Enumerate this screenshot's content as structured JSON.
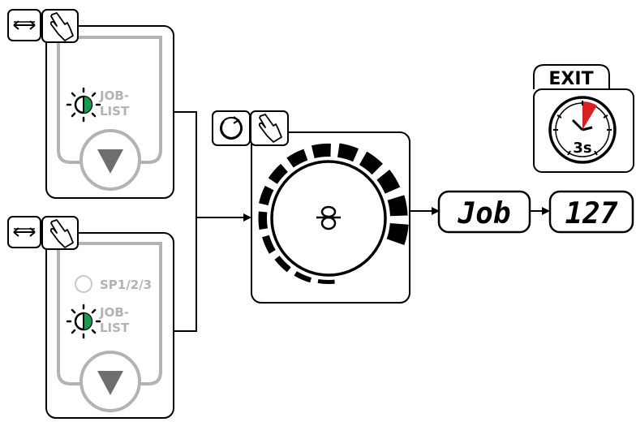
{
  "top_panel": {
    "job_list_label": [
      "JOB-",
      "LIST"
    ],
    "button": "down-arrow-button",
    "icons": [
      "left-right-arrow-icon",
      "hand-press-icon"
    ]
  },
  "bottom_panel": {
    "sp_label": "SP1/2/3",
    "job_list_label": [
      "JOB-",
      "LIST"
    ],
    "button": "down-arrow-button",
    "icons": [
      "left-right-arrow-icon",
      "hand-press-icon"
    ]
  },
  "knob": {
    "icons": [
      "rotate-icon",
      "hand-turn-icon"
    ],
    "center_symbol": "8"
  },
  "displays": {
    "first": "Job",
    "second": "127"
  },
  "exit": {
    "label": "EXIT",
    "timer": "3s"
  },
  "colors": {
    "led_green": "#1a9a4a",
    "panel_gray": "#b3b3b3",
    "timer_red": "#d92020"
  }
}
